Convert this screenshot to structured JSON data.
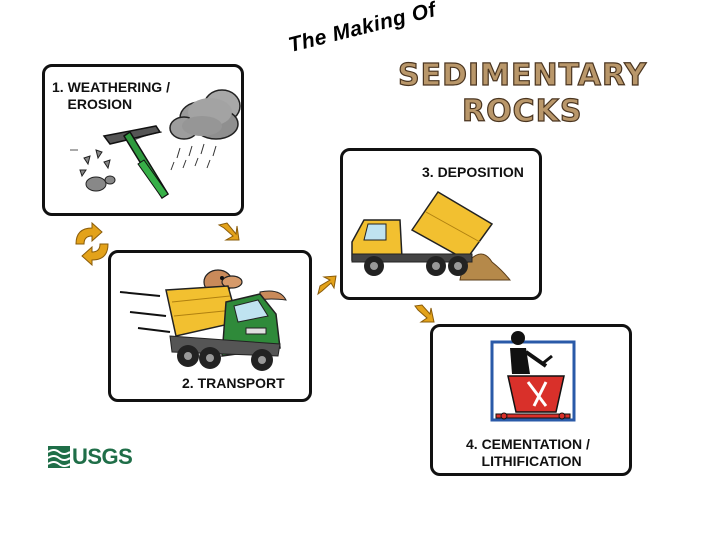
{
  "title": {
    "line1": "The Making Of",
    "line2": "SEDIMENTARY",
    "line3": "ROCKS"
  },
  "steps": [
    {
      "label": "1. WEATHERING /\n    EROSION"
    },
    {
      "label": "2. TRANSPORT"
    },
    {
      "label": "3. DEPOSITION"
    },
    {
      "label": "4. CEMENTATION /\n    LITHIFICATION"
    }
  ],
  "logo": {
    "text": "USGS"
  },
  "colors": {
    "arrow": "#e3a21a",
    "truck_green": "#2f8a3a",
    "truck_yellow": "#f2c030",
    "hammer_green": "#2e9a3e",
    "logo_green": "#1f6e48",
    "cement_red": "#d9302a"
  }
}
